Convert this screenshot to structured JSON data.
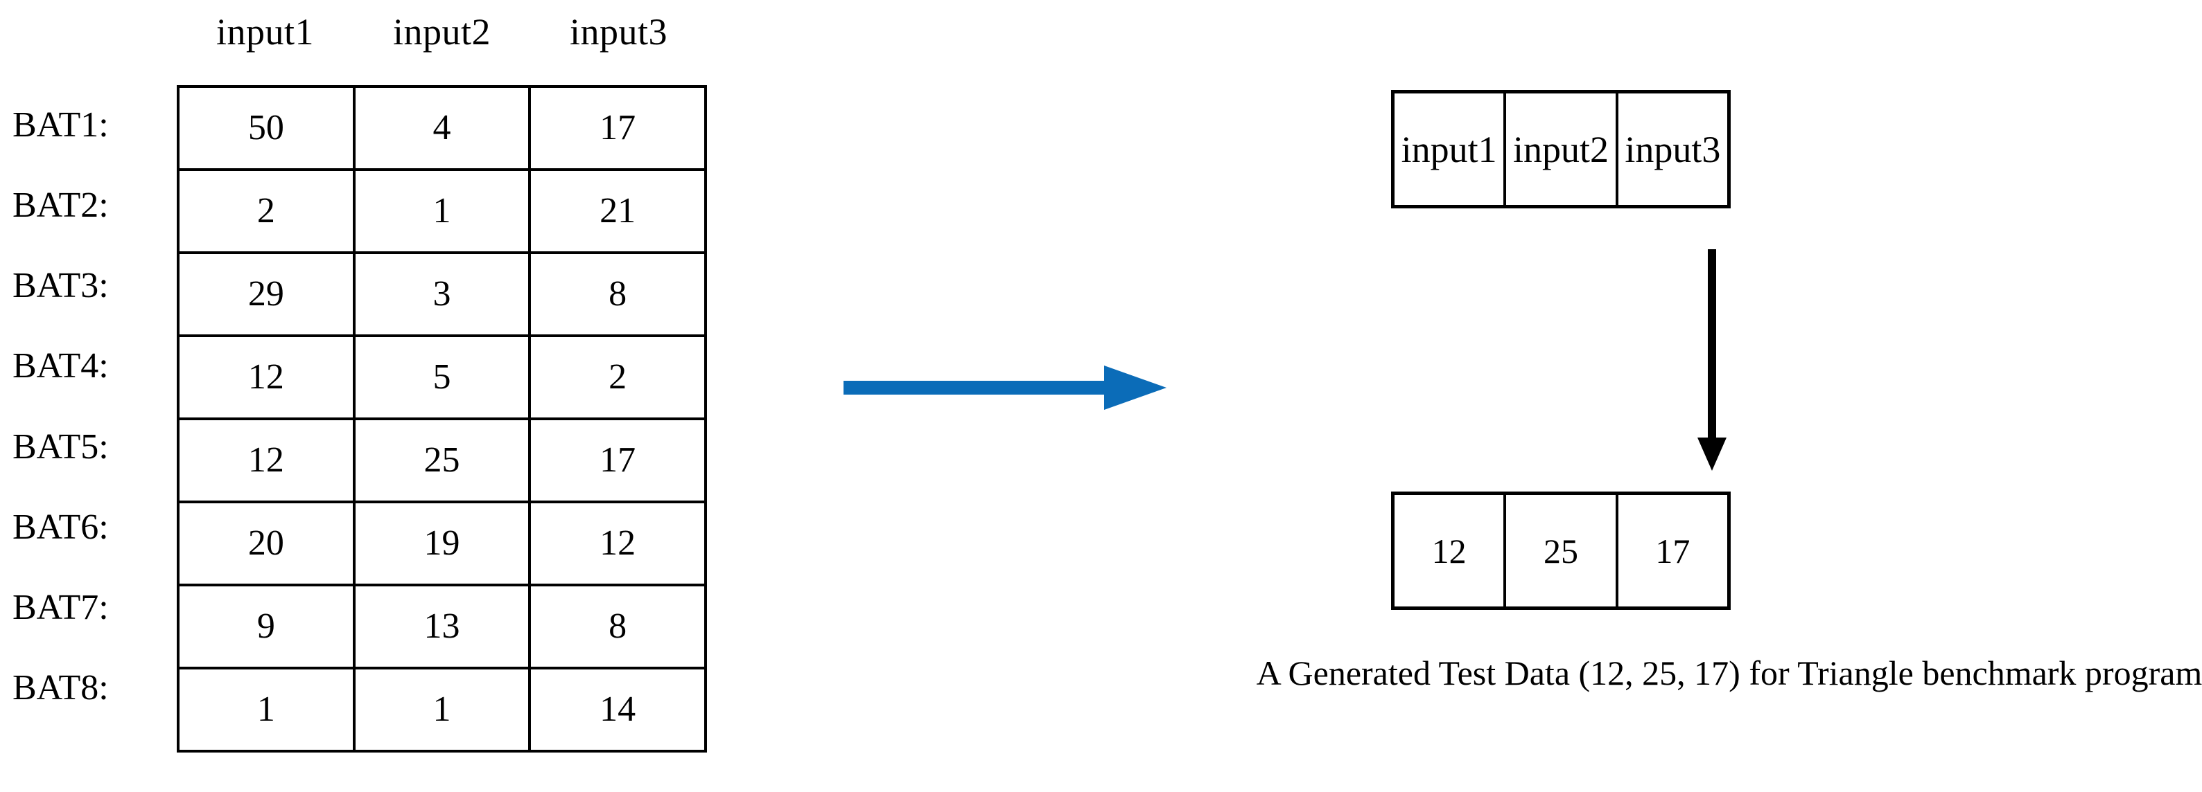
{
  "bat_matrix": {
    "column_headers": [
      "input1",
      "input2",
      "input3"
    ],
    "row_labels": [
      "BAT1:",
      "BAT2:",
      "BAT3:",
      "BAT4:",
      "BAT5:",
      "BAT6:",
      "BAT7:",
      "BAT8:"
    ],
    "rows": [
      [
        "50",
        "4",
        "17"
      ],
      [
        "2",
        "1",
        "21"
      ],
      [
        "29",
        "3",
        "8"
      ],
      [
        "12",
        "5",
        "2"
      ],
      [
        "12",
        "25",
        "17"
      ],
      [
        "20",
        "19",
        "12"
      ],
      [
        "9",
        "13",
        "8"
      ],
      [
        "1",
        "1",
        "14"
      ]
    ]
  },
  "transform_arrow": {
    "icon": "right-arrow-icon",
    "color": "#0b6cb8"
  },
  "generated": {
    "input_slots": [
      "input1",
      "input2",
      "input3"
    ],
    "value_slots": [
      "12",
      "25",
      "17"
    ],
    "generation_arrow_icon": "down-arrow-icon",
    "caption": "A Generated Test Data (12, 25, 17) for Triangle benchmark program"
  }
}
